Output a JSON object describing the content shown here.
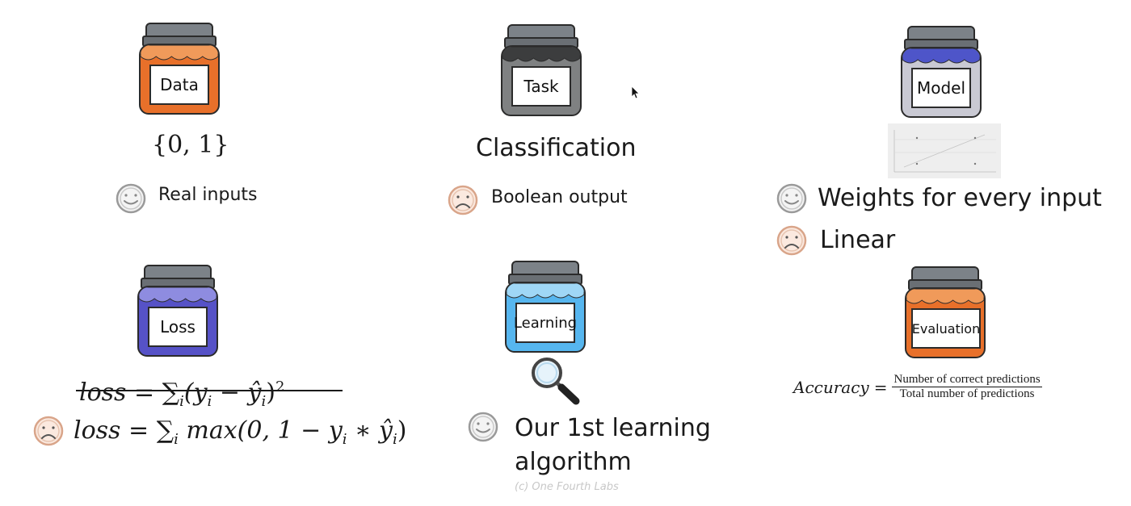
{
  "jars": {
    "data": {
      "label": "Data",
      "color": "#e8702a"
    },
    "task": {
      "label": "Task",
      "color": "#7f8182"
    },
    "model": {
      "label": "Model",
      "color": "#c9c9d3"
    },
    "loss": {
      "label": "Loss",
      "color": "#5652c7"
    },
    "learning": {
      "label": "Learning",
      "color": "#56b6ef"
    },
    "evaluation": {
      "label": "Evaluation",
      "color": "#e8702a"
    }
  },
  "data_section": {
    "set": "{0, 1}",
    "pro": "Real inputs"
  },
  "task_section": {
    "title": "Classification",
    "con": "Boolean output"
  },
  "model_section": {
    "pro": "Weights for every input",
    "con": "Linear"
  },
  "loss_section": {
    "crossed": {
      "lhs": "loss",
      "eq": "=",
      "sum": "∑",
      "sub": "i",
      "rhs": "(y",
      "yi": "i",
      "minus": " − ",
      "yhat": "ŷ",
      "yhi": "i",
      "close": ")",
      "pow": "2"
    },
    "current": {
      "lhs": "loss",
      "eq": "=",
      "sum": "∑",
      "sub": "i",
      "body": " max(0, 1 − y",
      "yi": "i",
      "star": " ∗ ŷ",
      "yhi": "i",
      "close": ")"
    }
  },
  "learning_section": {
    "pro_line1": "Our 1st learning",
    "pro_line2": "algorithm"
  },
  "evaluation_section": {
    "lhs": "Accuracy",
    "eq": "=",
    "numerator": "Number of correct predictions",
    "denominator": "Total number of predictions"
  },
  "footer": {
    "credit": "(c) One Fourth Labs"
  },
  "icons": {
    "happy": "smiley-icon",
    "sad": "frown-icon",
    "search": "magnifier-icon",
    "cursor": "mouse-cursor-icon"
  }
}
